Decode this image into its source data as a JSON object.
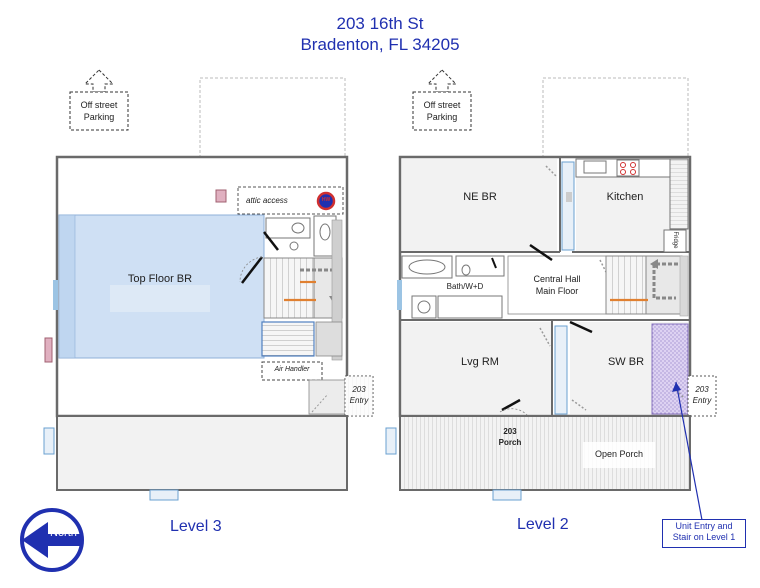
{
  "header": {
    "line1": "203 16th St",
    "line2": "Bradenton, FL 34205"
  },
  "compass": {
    "label": "North"
  },
  "level3": {
    "label": "Level 3",
    "parking": [
      "Off street",
      "Parking"
    ],
    "room_top_floor_br": "Top Floor BR",
    "attic_access": "attic access",
    "hw_badge": "HW",
    "air_handler": "Air Handler",
    "entry": [
      "203",
      "Entry"
    ]
  },
  "level2": {
    "label": "Level 2",
    "parking": [
      "Off street",
      "Parking"
    ],
    "ne_br": "NE BR",
    "kitchen": "Kitchen",
    "fridge": "Fridge",
    "bath": "Bath/W+D",
    "central_hall": [
      "Central Hall",
      "Main Floor"
    ],
    "lvg_rm": "Lvg RM",
    "sw_br": "SW BR",
    "porch": [
      "203",
      "Porch"
    ],
    "open_porch": "Open Porch",
    "entry": [
      "203",
      "Entry"
    ]
  },
  "callout": [
    "Unit Entry and",
    "Stair on Level 1"
  ],
  "colors": {
    "title_blue": "#2030b0",
    "bedroom_fill": "#cfe0f4",
    "wall": "#707070",
    "window": "#9cc4e4",
    "stair_orange": "#e08030",
    "hw_red": "#d03030",
    "sw_br_hatch": "#c8b8e8"
  }
}
